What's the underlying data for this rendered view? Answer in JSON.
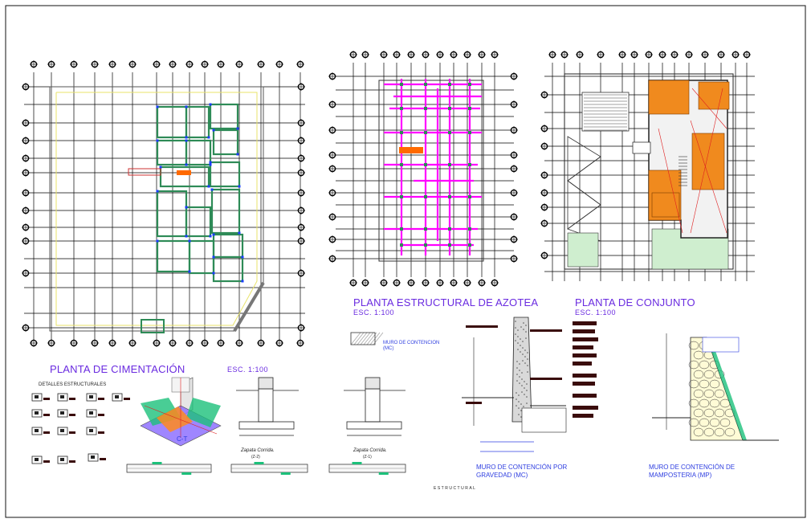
{
  "plans": {
    "cimentacion": {
      "title": "PLANTA DE CIMENTACIÓN",
      "scale": "ESC. 1:100"
    },
    "azotea": {
      "title": "PLANTA ESTRUCTURAL DE AZOTEA",
      "scale": "ESC. 1:100"
    },
    "conjunto": {
      "title": "PLANTA DE CONJUNTO",
      "scale": "ESC. 1:100"
    }
  },
  "details": {
    "header": "DETALLES ESTRUCTURALES",
    "ct_label": "C-T",
    "zapata1": {
      "name": "Zapata Corrida.",
      "code": "(Z-2)"
    },
    "zapata2": {
      "name": "Zapata Corrida.",
      "code": "(Z-1)"
    }
  },
  "legend": {
    "mc_label_1": "MURO DE CONTENCION",
    "mc_label_2": "(MC)"
  },
  "walls": {
    "gravity_1": "MURO DE CONTENCIÓN POR",
    "gravity_2": "GRAVEDAD   (MC)",
    "masonry_1": "MURO DE CONTENCIÓN DE",
    "masonry_2": "MAMPOSTERIA  (MP)"
  },
  "footer": {
    "label": "ESTRUCTURAL"
  },
  "colors": {
    "frame": "#111111",
    "grid": "#000000",
    "title": "#6a2be0",
    "annotation": "#2f3fe0",
    "orange_fill": "#f08a1e",
    "magenta_beam": "#ff00ff",
    "green_column": "#2e8b57",
    "yellow_outline": "#e8e36a",
    "hatch_green": "#9fdc9f",
    "text_block": "#3a0c0c"
  }
}
